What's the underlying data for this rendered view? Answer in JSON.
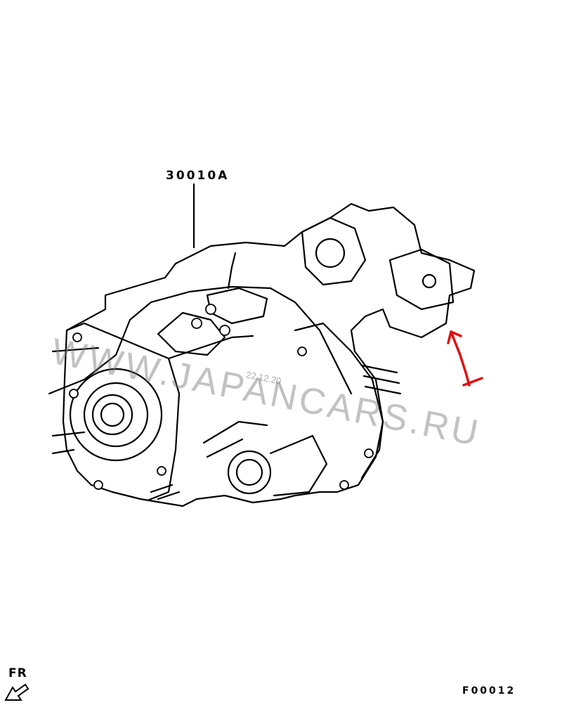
{
  "diagram": {
    "part_number": "30010A",
    "figure_code": "F00012",
    "direction_label": "FR",
    "watermark": "WWW.JAPANCARS.RU",
    "watermark_date": "22.12.20"
  },
  "colors": {
    "line": "#000000",
    "annotation_arrow": "#e01010",
    "watermark": "#888888"
  },
  "icons": {
    "front_direction": "front-arrow-icon",
    "annotation": "red-double-arrow-icon"
  }
}
